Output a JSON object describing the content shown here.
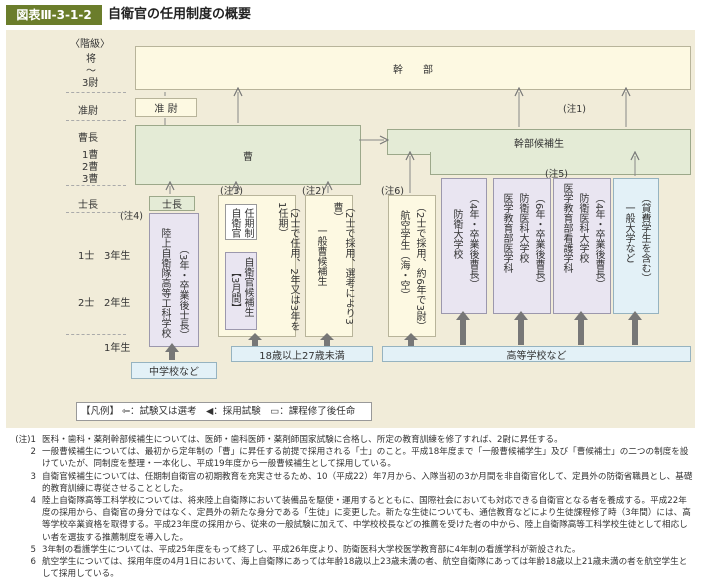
{
  "header": {
    "figure_number": "図表Ⅲ-3-1-2",
    "title": "自衛官の任用制度の概要"
  },
  "ranks": {
    "heading": "〈階級〉",
    "shou": "将",
    "tilde": "〜",
    "sanI": "3尉",
    "junI": "准尉",
    "souchou": "曹長",
    "isso": "1曹",
    "niso": "2曹",
    "sanso": "3曹",
    "shicho": "士長",
    "isshi": "1士",
    "nishi": "2士",
    "year3": "3年生",
    "year2": "2年生",
    "year1": "1年生"
  },
  "boxes": {
    "kanbu": "幹　　部",
    "jun_i": "准 尉",
    "sou": "曹",
    "kanbu_kouho": "幹部候補生",
    "shichou": "士長",
    "rikujou": "陸上自衛隊高等工科学校",
    "rikujou_note": "（3年・卒業後士長）",
    "ninki_a": "任期制",
    "ninki_b": "自衛官",
    "jieikan_kouhosei": "自衛官候補生",
    "three_months": "【3月間】",
    "ninki_term": "（2士で任用、2年又は3年を1任期）",
    "ippan_sou": "一般曹候補生",
    "ippan_sou_note": "（2士で採用、選考により3曹）",
    "koukuu": "航空学生（海・空）",
    "koukuu_note": "（2士で採用、約6年で3尉）",
    "boueidai": "防衛大学校",
    "boueidai_note": "（4年・卒業後曹長）",
    "ika_a": "防衛医科大学校",
    "ika_b": "医学教育部医学科",
    "ika_note": "（6年・卒業後曹長）",
    "kango_a": "防衛医科大学校",
    "kango_b": "医学教育部看護学科",
    "kango_note": "（4年・卒業後曹長）",
    "ippan_dai": "一般大学など",
    "ippan_dai_note": "（貸費学生を含む）"
  },
  "note_labels": {
    "n1": "(注1)",
    "n2": "(注2)",
    "n3": "(注3)",
    "n4": "(注4)",
    "n5": "(注5)",
    "n6": "(注6)"
  },
  "sources": {
    "junior_high": "中学校など",
    "age_range": "18歳以上27歳未満",
    "high_school": "高等学校など"
  },
  "legend": {
    "text": "【凡例】 ⇦：試験又は選考　◀：採用試験　▭：課程修了後任命"
  },
  "notes": [
    {
      "key": "(注)1",
      "text": "医科・歯科・薬剤幹部候補生については、医師・歯科医師・薬剤師国家試験に合格し、所定の教育訓練を修了すれば、2尉に昇任する。"
    },
    {
      "key": "2",
      "text": "一般曹候補生については、最初から定年制の「曹」に昇任する前提で採用される「士」のこと。平成18年度まで「一般曹候補学生」及び「曹候補士」の二つの制度を設けていたが、同制度を整理・一本化し、平成19年度から一般曹候補生として採用している。"
    },
    {
      "key": "3",
      "text": "自衛官候補生については、任期制自衛官の初期教育を充実させるため、10（平成22）年7月から、入隊当初の3か月間を非自衛官化して、定員外の防衛省職員とし、基礎的教育訓練に専従させることとした。"
    },
    {
      "key": "4",
      "text": "陸上自衛隊高等工科学校については、将来陸上自衛隊において装備品を駆使・運用するとともに、国際社会においても対応できる自衛官となる者を養成する。平成22年度の採用から、自衛官の身分ではなく、定員外の新たな身分である「生徒」に変更した。新たな生徒についても、通信教育などにより生徒課程修了時（3年間）には、高等学校卒業資格を取得する。平成23年度の採用から、従来の一般試験に加えて、中学校校長などの推薦を受けた者の中から、陸上自衛隊高等工科学校生徒として相応しい者を選抜する推薦制度を導入した。"
    },
    {
      "key": "5",
      "text": "3年制の看護学生については、平成25年度をもって終了し、平成26年度より、防衛医科大学校医学教育部に4年制の看護学科が新設された。"
    },
    {
      "key": "6",
      "text": "航空学生については、採用年度の4月1日において、海上自衛隊にあっては年齢18歳以上23歳未満の者、航空自衛隊にあっては年齢18歳以上21歳未満の者を航空学生として採用している。"
    }
  ],
  "colors": {
    "badge": "#6b7d2b",
    "panel": "#f1ecd9",
    "yellow_box": "#fdf9e2",
    "green_box": "#e4ebd6",
    "lavender_box": "#e9e5f1",
    "blue_box": "#e3f1f7",
    "arrow": "#777777"
  }
}
